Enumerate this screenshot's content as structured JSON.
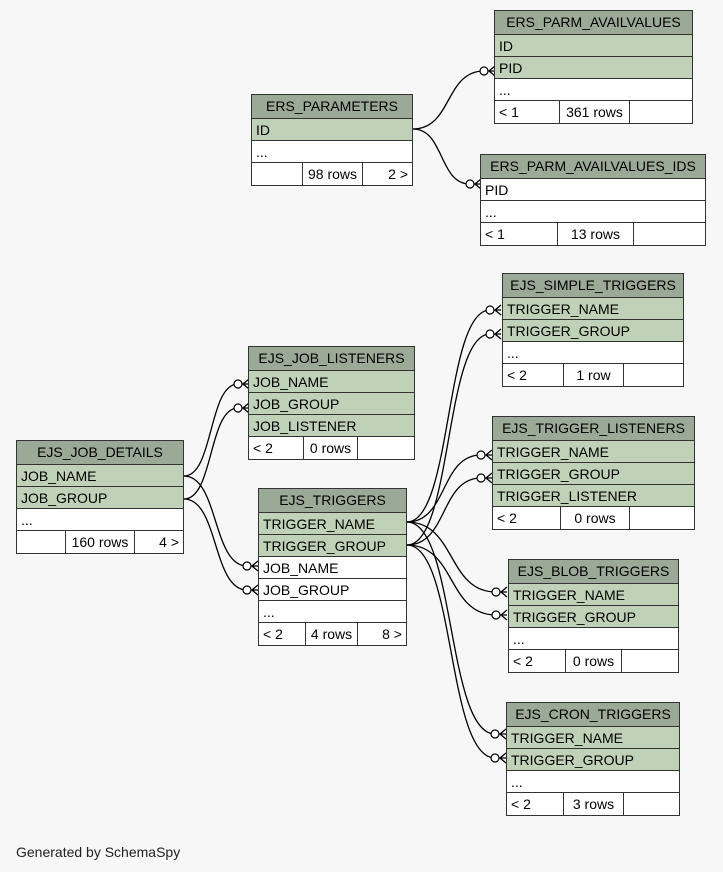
{
  "tables": [
    {
      "id": "ers_parm_availvalues",
      "name": "ERS_PARM_AVAILVALUES",
      "rows": [
        {
          "label": "ID",
          "type": "key"
        },
        {
          "label": "PID",
          "type": "key"
        },
        {
          "label": "...",
          "type": "ell"
        }
      ],
      "footer": [
        "< 1",
        "361 rows",
        ""
      ]
    },
    {
      "id": "ers_parameters",
      "name": "ERS_PARAMETERS",
      "rows": [
        {
          "label": "ID",
          "type": "key"
        },
        {
          "label": "...",
          "type": "ell"
        }
      ],
      "footer": [
        "",
        "98 rows",
        "2 >"
      ]
    },
    {
      "id": "ers_parm_availvalues_ids",
      "name": "ERS_PARM_AVAILVALUES_IDS",
      "rows": [
        {
          "label": "PID",
          "type": "plain"
        },
        {
          "label": "...",
          "type": "ell"
        }
      ],
      "footer": [
        "< 1",
        "13 rows",
        ""
      ]
    },
    {
      "id": "ejs_simple_triggers",
      "name": "EJS_SIMPLE_TRIGGERS",
      "rows": [
        {
          "label": "TRIGGER_NAME",
          "type": "key"
        },
        {
          "label": "TRIGGER_GROUP",
          "type": "key"
        },
        {
          "label": "...",
          "type": "ell"
        }
      ],
      "footer": [
        "< 2",
        "1 row",
        ""
      ]
    },
    {
      "id": "ejs_job_listeners",
      "name": "EJS_JOB_LISTENERS",
      "rows": [
        {
          "label": "JOB_NAME",
          "type": "key"
        },
        {
          "label": "JOB_GROUP",
          "type": "key"
        },
        {
          "label": "JOB_LISTENER",
          "type": "key"
        }
      ],
      "footer": [
        "< 2",
        "0 rows",
        ""
      ]
    },
    {
      "id": "ejs_trigger_listeners",
      "name": "EJS_TRIGGER_LISTENERS",
      "rows": [
        {
          "label": "TRIGGER_NAME",
          "type": "key"
        },
        {
          "label": "TRIGGER_GROUP",
          "type": "key"
        },
        {
          "label": "TRIGGER_LISTENER",
          "type": "key"
        }
      ],
      "footer": [
        "< 2",
        "0 rows",
        ""
      ]
    },
    {
      "id": "ejs_job_details",
      "name": "EJS_JOB_DETAILS",
      "rows": [
        {
          "label": "JOB_NAME",
          "type": "key"
        },
        {
          "label": "JOB_GROUP",
          "type": "key"
        },
        {
          "label": "...",
          "type": "ell"
        }
      ],
      "footer": [
        "",
        "160 rows",
        "4 >"
      ]
    },
    {
      "id": "ejs_triggers",
      "name": "EJS_TRIGGERS",
      "rows": [
        {
          "label": "TRIGGER_NAME",
          "type": "key"
        },
        {
          "label": "TRIGGER_GROUP",
          "type": "key"
        },
        {
          "label": "JOB_NAME",
          "type": "plain"
        },
        {
          "label": "JOB_GROUP",
          "type": "plain"
        },
        {
          "label": "...",
          "type": "ell"
        }
      ],
      "footer": [
        "< 2",
        "4 rows",
        "8 >"
      ]
    },
    {
      "id": "ejs_blob_triggers",
      "name": "EJS_BLOB_TRIGGERS",
      "rows": [
        {
          "label": "TRIGGER_NAME",
          "type": "key"
        },
        {
          "label": "TRIGGER_GROUP",
          "type": "key"
        },
        {
          "label": "...",
          "type": "ell"
        }
      ],
      "footer": [
        "< 2",
        "0 rows",
        ""
      ]
    },
    {
      "id": "ejs_cron_triggers",
      "name": "EJS_CRON_TRIGGERS",
      "rows": [
        {
          "label": "TRIGGER_NAME",
          "type": "key"
        },
        {
          "label": "TRIGGER_GROUP",
          "type": "key"
        },
        {
          "label": "...",
          "type": "ell"
        }
      ],
      "footer": [
        "< 2",
        "3 rows",
        ""
      ]
    }
  ],
  "footer_text": "Generated by SchemaSpy",
  "colors": {
    "background": "#f7f7f7",
    "header": "#9aaa96",
    "key_row": "#bfd2b7",
    "plain_row": "#ffffff",
    "border": "#333333"
  }
}
